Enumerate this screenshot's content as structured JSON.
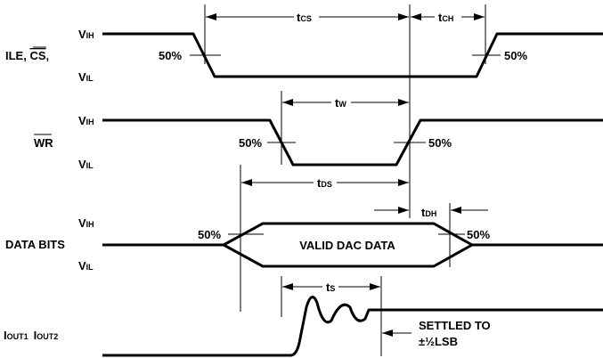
{
  "signals": {
    "ile_cs": {
      "label": "ILE, ",
      "label_bar": "CS",
      "label_tail": ","
    },
    "wr": {
      "label_bar": "WR"
    },
    "data_bits": {
      "label": "DATA BITS"
    },
    "iout": {
      "label1_main": "I",
      "label1_sub": "OUT1",
      "label2_main": "I",
      "label2_sub": "OUT2"
    }
  },
  "levels": {
    "high_main": "V",
    "high_sub": "IH",
    "low_main": "V",
    "low_sub": "IL"
  },
  "threshold": "50%",
  "timings": {
    "t_cs": {
      "main": "t",
      "sub": "CS"
    },
    "t_ch": {
      "main": "t",
      "sub": "CH"
    },
    "t_w": {
      "main": "t",
      "sub": "W"
    },
    "t_ds": {
      "main": "t",
      "sub": "DS"
    },
    "t_dh": {
      "main": "t",
      "sub": "DH"
    },
    "t_s": {
      "main": "t",
      "sub": "S"
    }
  },
  "valid_data": "VALID DAC DATA",
  "settled": {
    "line1": "SETTLED TO",
    "line2": "±½LSB"
  }
}
